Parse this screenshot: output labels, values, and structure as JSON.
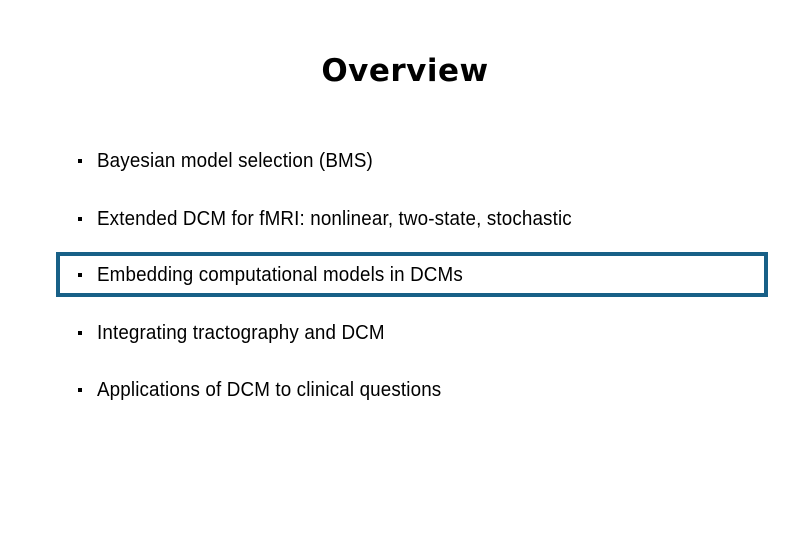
{
  "slide": {
    "title": "Overview",
    "background_color": "#ffffff",
    "text_color": "#000000",
    "highlight_border_color": "#186087",
    "bullet_glyph": "square-dot",
    "bullets": [
      {
        "label": "Bayesian model selection (BMS)",
        "highlighted": false
      },
      {
        "label": "Extended DCM for fMRI: nonlinear, two-state, stochastic",
        "highlighted": false
      },
      {
        "label": "Embedding computational models in DCMs",
        "highlighted": true
      },
      {
        "label": "Integrating tractography and DCM",
        "highlighted": false
      },
      {
        "label": "Applications of DCM to clinical questions",
        "highlighted": false
      }
    ]
  }
}
